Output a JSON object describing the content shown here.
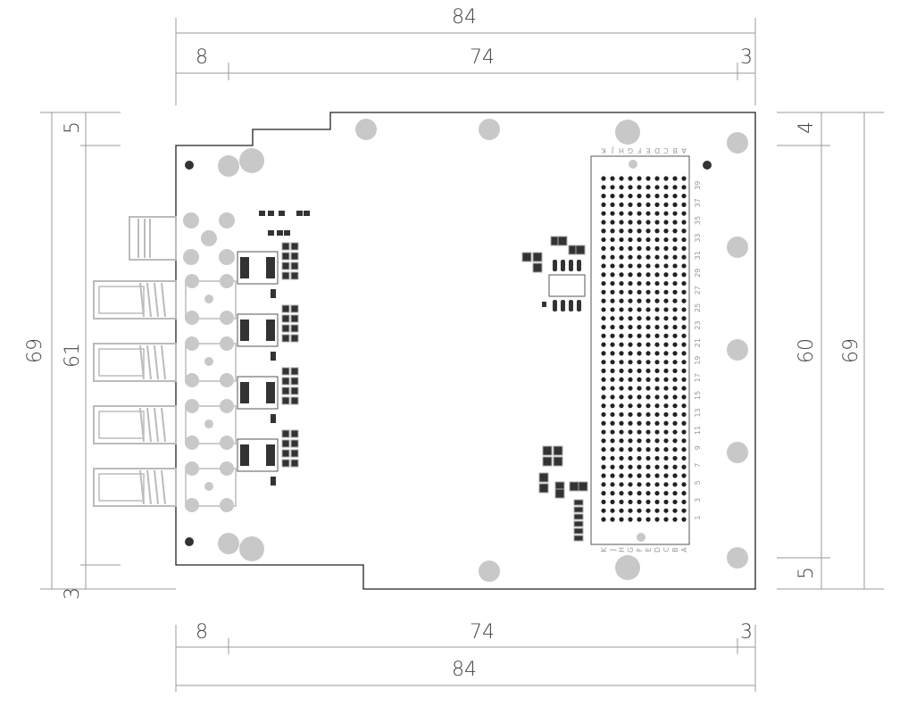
{
  "dimensions": {
    "top_total": "84",
    "top_left": "8",
    "top_mid": "74",
    "top_right": "3",
    "bottom_total": "84",
    "bottom_left": "8",
    "bottom_mid": "74",
    "bottom_right": "3",
    "left_total": "69",
    "left_inner": "61",
    "left_top": "5",
    "left_bottom": "3",
    "right_total": "69",
    "right_inner": "60",
    "right_top": "4",
    "right_bottom": "5"
  },
  "connector": {
    "columns": [
      "K",
      "J",
      "H",
      "G",
      "F",
      "E",
      "D",
      "C",
      "B",
      "A"
    ],
    "row_labels": [
      "1",
      "3",
      "5",
      "7",
      "9",
      "11",
      "13",
      "15",
      "17",
      "19",
      "21",
      "23",
      "25",
      "27",
      "29",
      "31",
      "33",
      "35",
      "37",
      "39"
    ]
  }
}
